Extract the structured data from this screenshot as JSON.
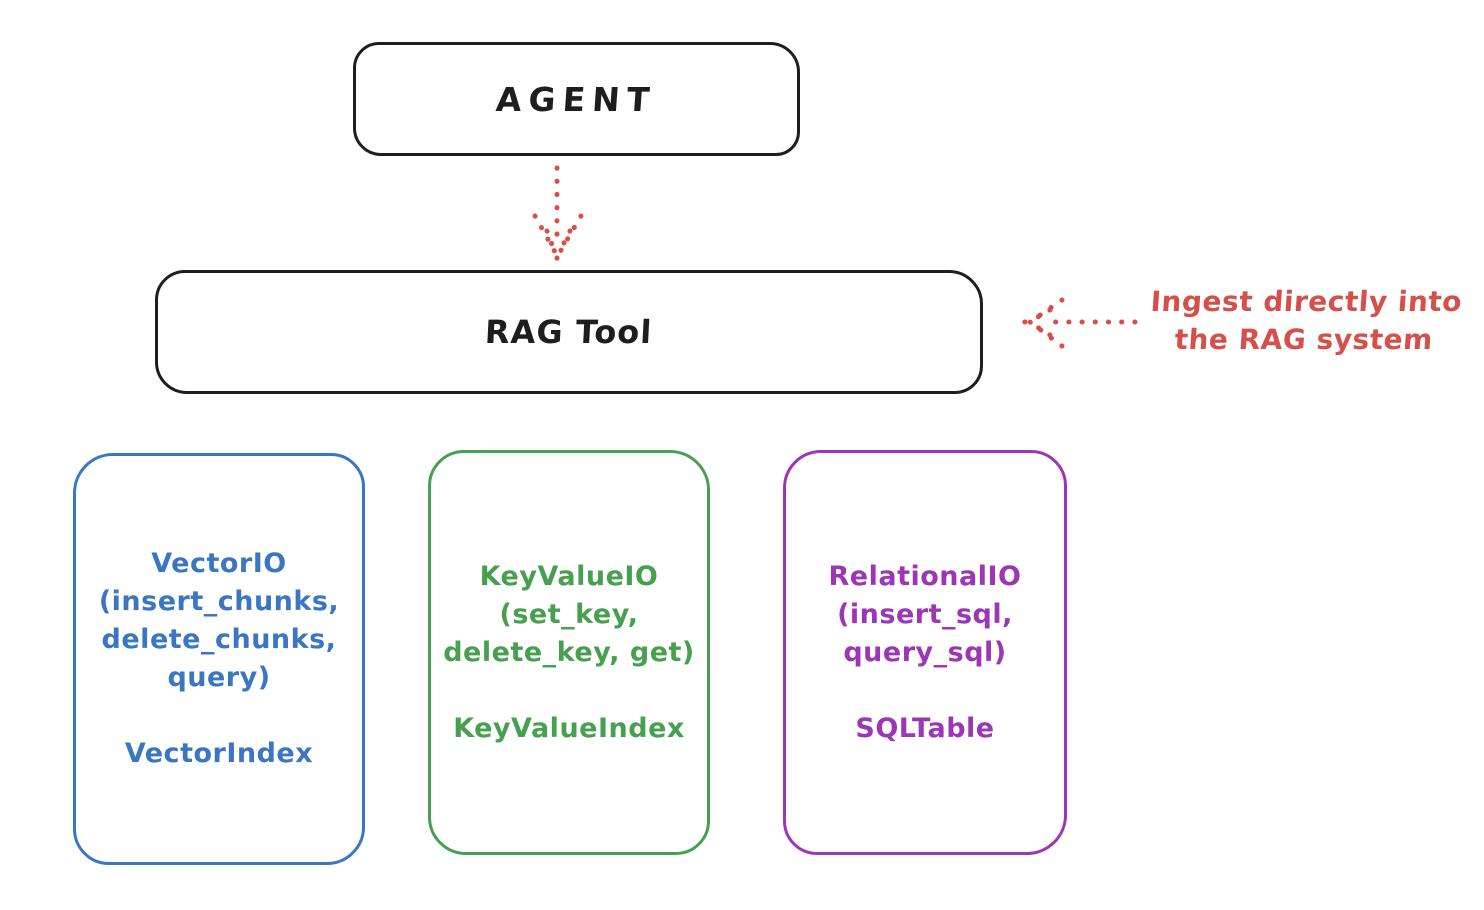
{
  "diagram": {
    "agent": {
      "label": "AGENT"
    },
    "rag_tool": {
      "label": "RAG Tool"
    },
    "annotation": {
      "lines": [
        "Ingest directly into",
        "the RAG system"
      ]
    },
    "arrows": [
      {
        "name": "agent-to-rag-tool",
        "style": "dotted",
        "direction": "down"
      },
      {
        "name": "ingest-into-rag-tool",
        "style": "dotted",
        "direction": "left"
      }
    ],
    "io_boxes": [
      {
        "id": "vector-io",
        "color": "#3a76c2",
        "lines": [
          "VectorIO",
          "(insert_chunks,",
          "delete_chunks,",
          "query)"
        ],
        "index_label": "VectorIndex"
      },
      {
        "id": "keyvalue-io",
        "color": "#47a04f",
        "lines": [
          "KeyValueIO",
          "(set_key,",
          "delete_key, get)"
        ],
        "index_label": "KeyValueIndex"
      },
      {
        "id": "relational-io",
        "color": "#9c36b5",
        "lines": [
          "RelationalIO",
          "(insert_sql,",
          "query_sql)"
        ],
        "index_label": "SQLTable"
      }
    ],
    "colors": {
      "stroke_black": "#1e1e1e",
      "arrow_red": "#d5504a",
      "vector_blue": "#3a76c2",
      "keyvalue_green": "#47a04f",
      "relational_purple": "#9c36b5",
      "background": "#ffffff"
    }
  }
}
